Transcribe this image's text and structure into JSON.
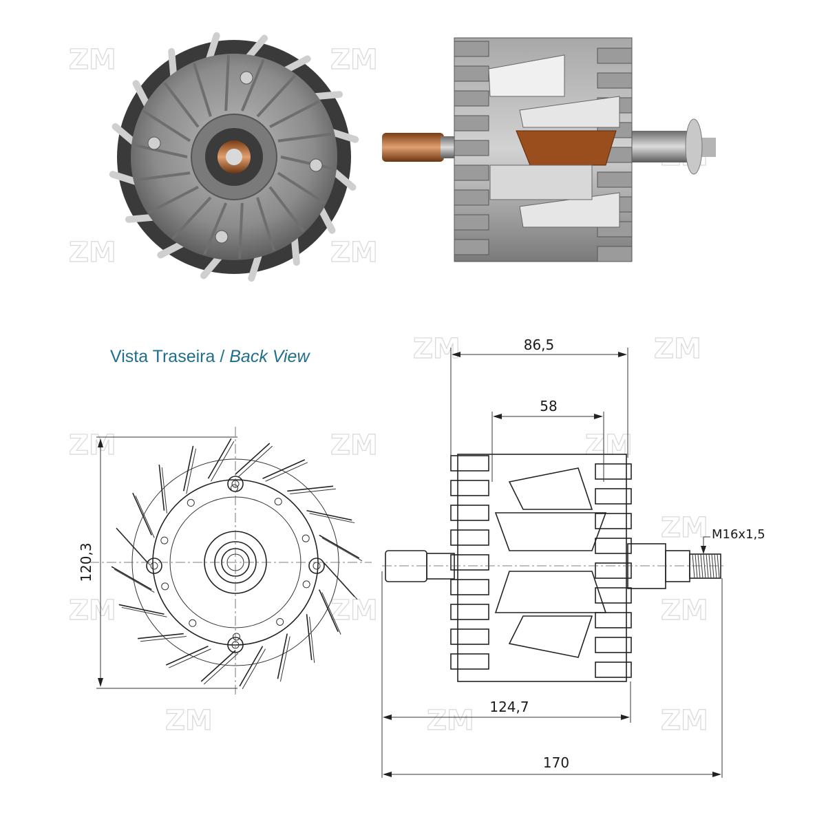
{
  "title": {
    "pt": "Vista Traseira",
    "separator": " / ",
    "en": "Back View"
  },
  "watermark": "ZM",
  "dimensions": {
    "outer_width": "86,5",
    "inner_width": "58",
    "diameter": "120,3",
    "rotor_length": "124,7",
    "total_length": "170",
    "thread": "M16x1,5"
  },
  "colors": {
    "title": "#1f6f8b",
    "line": "#222222",
    "photo_metal": "#8a8a8a",
    "photo_copper": "#b8682f"
  }
}
